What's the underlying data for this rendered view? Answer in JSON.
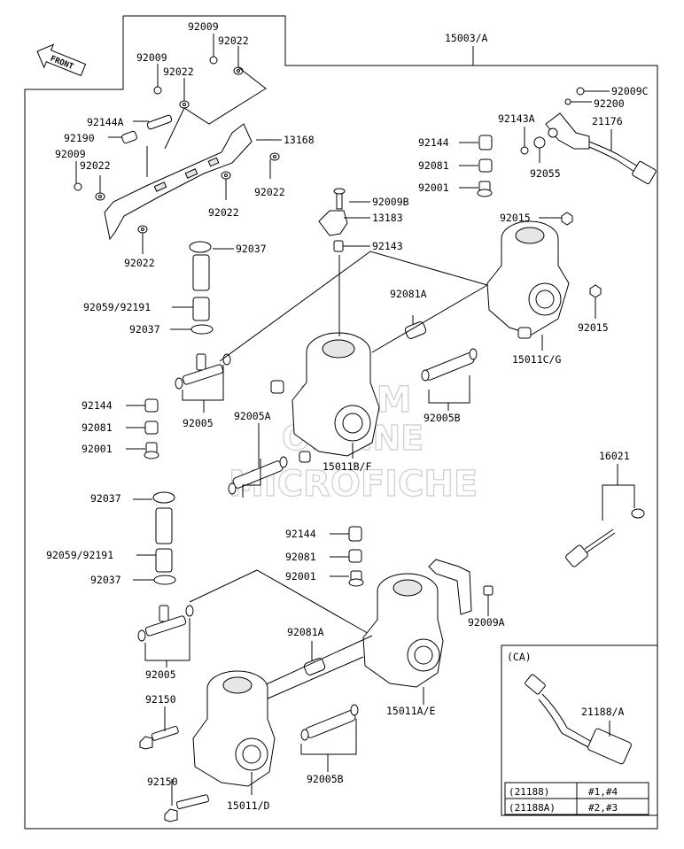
{
  "front_label": "FRONT",
  "assembly_label": "15003/A",
  "watermark": {
    "line1": "HLSM",
    "line2": "ONLINE",
    "line3": "MICROFICHE"
  },
  "labels": {
    "p92009_a": "92009",
    "p92022_a": "92022",
    "p92009_b": "92009",
    "p92022_b": "92022",
    "p92144a": "92144A",
    "p92190": "92190",
    "p13168": "13168",
    "p92009_c": "92009",
    "p92022_c": "92022",
    "p92022_d": "92022",
    "p92022_e": "92022",
    "p92022_f": "92022",
    "p92009c": "92009C",
    "p92200": "92200",
    "p92143a": "92143A",
    "p21176": "21176",
    "p92144_r": "92144",
    "p92055": "92055",
    "p92081_r": "92081",
    "p92001_r": "92001",
    "p92009b": "92009B",
    "p13183": "13183",
    "p92015_a": "92015",
    "p92143": "92143",
    "p92037_a": "92037",
    "p92059_a": "92059/92191",
    "p92081a_a": "92081A",
    "p92037_b": "92037",
    "p92015_b": "92015",
    "p15011cg": "15011C/G",
    "p92144_l": "92144",
    "p92005_a": "92005",
    "p92005a": "92005A",
    "p92005b_a": "92005B",
    "p92081_l": "92081",
    "p92001_l": "92001",
    "p15011bf": "15011B/F",
    "p16021": "16021",
    "p92037_c": "92037",
    "p92144_m": "92144",
    "p92059_b": "92059/92191",
    "p92081_m": "92081",
    "p92037_d": "92037",
    "p92001_m": "92001",
    "p92009a": "92009A",
    "p92081a_b": "92081A",
    "p92005_b": "92005",
    "p92150_a": "92150",
    "p15011ae": "15011A/E",
    "p92005b_b": "92005B",
    "p92150_b": "92150",
    "p15011d": "15011/D"
  },
  "ca_box": {
    "title": "(CA)",
    "part_label": "21188/A",
    "table": [
      {
        "part": "(21188)",
        "cyl": "#1,#4"
      },
      {
        "part": "(21188A)",
        "cyl": "#2,#3"
      }
    ]
  }
}
